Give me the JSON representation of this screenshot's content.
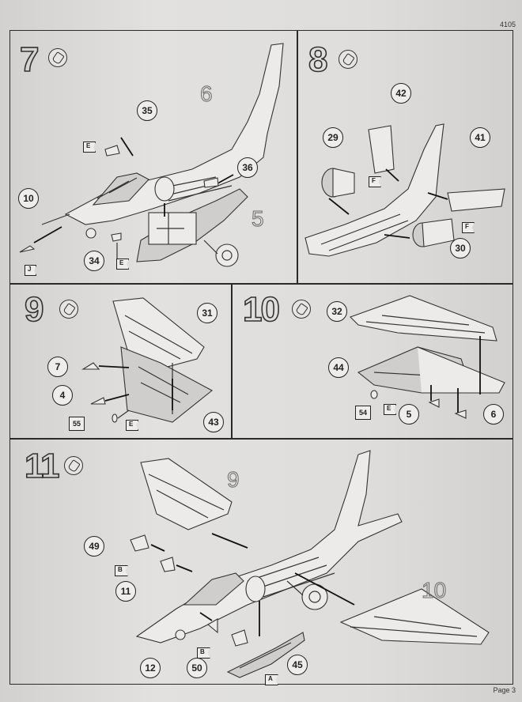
{
  "doc_number": "4105",
  "page_label": "Page 3",
  "steps": [
    {
      "number": "7",
      "callouts": [
        "35",
        "36",
        "10",
        "34"
      ],
      "ghost_label": "6",
      "ghost_label_2": "5",
      "flags": [
        "E",
        "E",
        "J"
      ]
    },
    {
      "number": "8",
      "callouts": [
        "42",
        "29",
        "41",
        "30"
      ],
      "flags": [
        "F",
        "F"
      ]
    },
    {
      "number": "9",
      "callouts": [
        "31",
        "7",
        "4",
        "43"
      ],
      "square": "55",
      "flags": [
        "E"
      ]
    },
    {
      "number": "10",
      "callouts": [
        "32",
        "44",
        "5",
        "6"
      ],
      "square": "54",
      "flags": [
        "E"
      ]
    },
    {
      "number": "11",
      "callouts": [
        "49",
        "11",
        "12",
        "50",
        "45"
      ],
      "ghost_label": "9",
      "ghost_label_2": "10",
      "flags": [
        "B",
        "B",
        "A"
      ]
    }
  ],
  "icons": {
    "glue": "glue-tube-icon"
  }
}
